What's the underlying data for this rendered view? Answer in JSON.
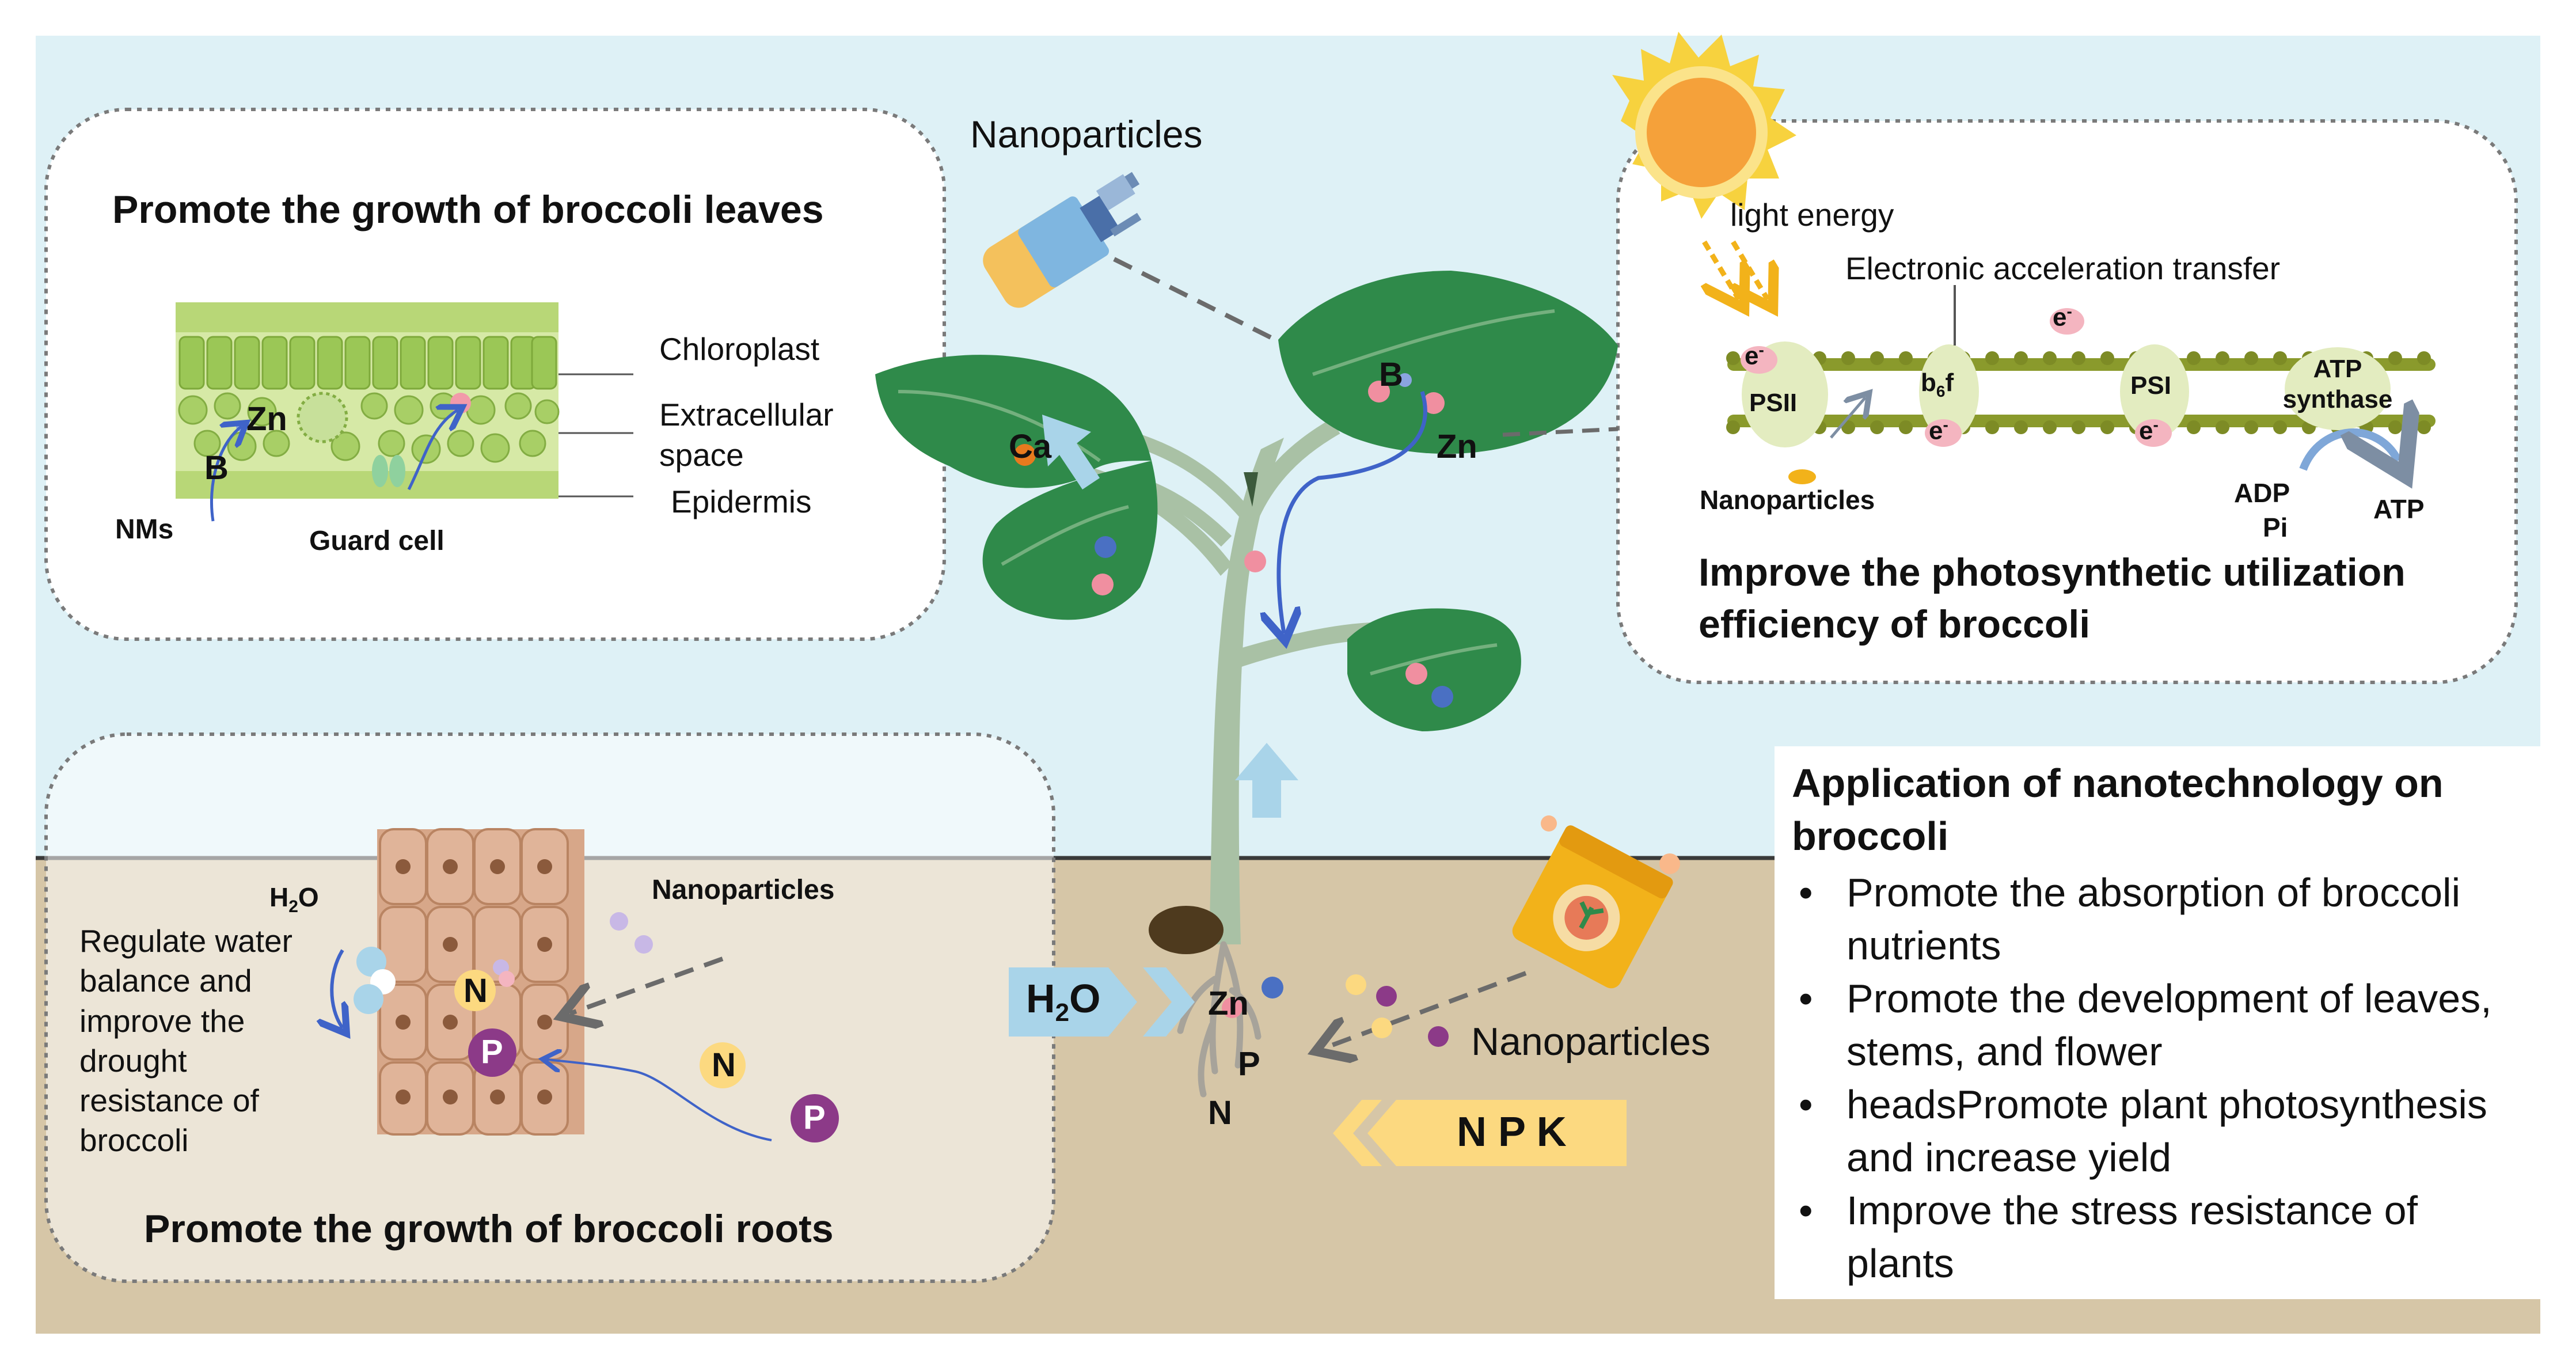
{
  "title": "Application of nanotechnology on broccoli",
  "colors": {
    "sky": "#def1f6",
    "soil": "#d6c6a7",
    "leaf": "#2f8a4a",
    "stem": "#a9c1a5",
    "root_cell": "#d7a789",
    "label_arrow_blue": "#a9d4e9",
    "label_arrow_yellow": "#fcd980",
    "sun": "#f5a13a"
  },
  "top_label": "Nanoparticles",
  "leaf_panel": {
    "title": "Promote the growth of broccoli leaves",
    "labels": {
      "chloroplast": "Chloroplast",
      "extracellular": "Extracellular space",
      "epidermis": "Epidermis",
      "nms": "NMs",
      "guard_cell": "Guard cell",
      "zn": "Zn",
      "b": "B"
    }
  },
  "photo_panel": {
    "light_energy": "light energy",
    "electronic": "Electronic acceleration transfer",
    "e_minus": "e-",
    "psii": "PSII",
    "b6f": "b6f",
    "psi": "PSI",
    "atp_synthase": "ATP synthase",
    "nanoparticles": "Nanoparticles",
    "adp": "ADP",
    "pi": "Pi",
    "atp": "ATP",
    "title": "Improve the photosynthetic utilization efficiency of broccoli"
  },
  "plant": {
    "ca": "Ca",
    "b": "B",
    "zn": "Zn"
  },
  "root_panel": {
    "h2o": "H2O",
    "regulate": "Regulate water balance and improve the drought resistance of broccoli",
    "nanoparticles": "Nanoparticles",
    "n": "N",
    "p": "P",
    "title": "Promote the growth of broccoli roots"
  },
  "soil": {
    "h2o_arrow": "H2O",
    "zn": "Zn",
    "p": "P",
    "n": "N",
    "nanoparticles": "Nanoparticles",
    "npk": "N P K"
  },
  "summary": {
    "title": "Application of nanotechnology on broccoli",
    "bullet": "•",
    "items": [
      "Promote the absorption of broccoli nutrients",
      "Promote the development of leaves, stems, and flower",
      "headsPromote plant photosynthesis and increase yield",
      "Improve the stress resistance of plants"
    ]
  }
}
